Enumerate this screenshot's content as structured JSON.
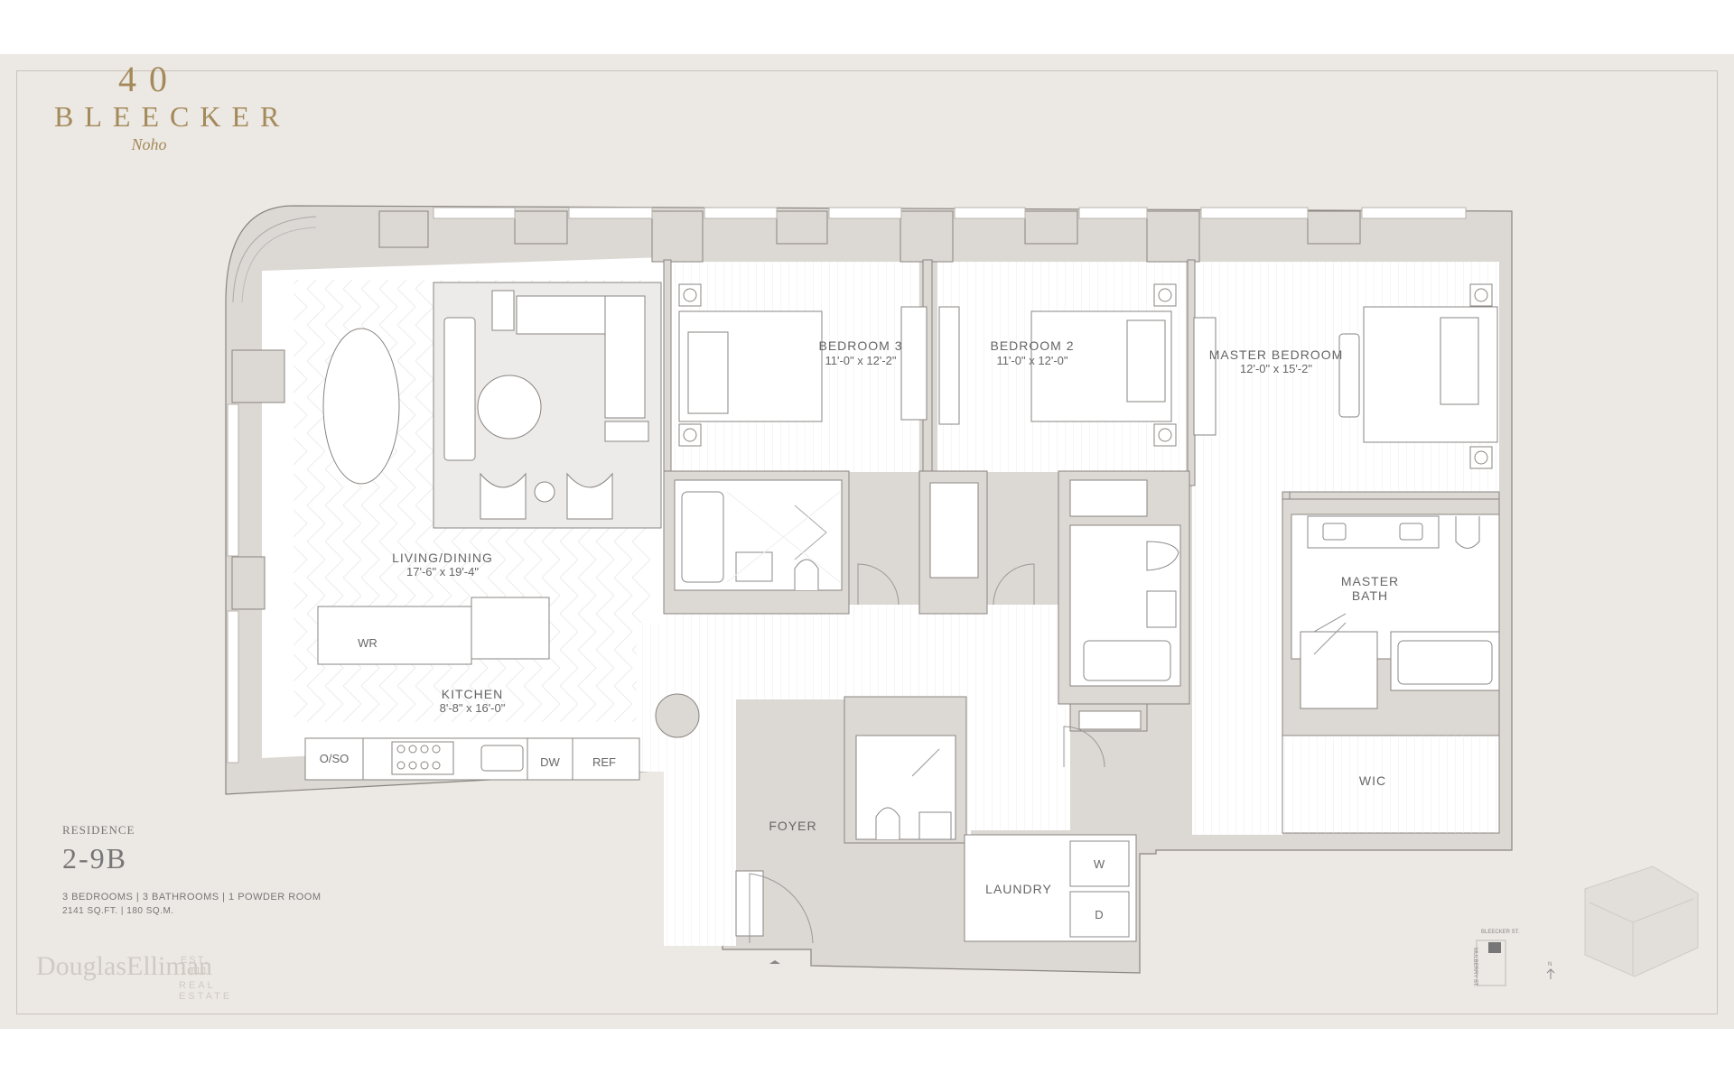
{
  "brand": {
    "number": "40",
    "name": "BLEECKER",
    "neighborhood": "Noho"
  },
  "rooms": {
    "bedroom3": {
      "name": "BEDROOM 3",
      "dims": "11'-0\" x 12'-2\""
    },
    "bedroom2": {
      "name": "BEDROOM 2",
      "dims": "11'-0\" x 12'-0\""
    },
    "master_bedroom": {
      "name": "MASTER BEDROOM",
      "dims": "12'-0\" x 15'-2\""
    },
    "living": {
      "name": "LIVING/DINING",
      "dims": "17'-6\" x 19'-4\""
    },
    "kitchen": {
      "name": "KITCHEN",
      "dims": "8'-8\" x 16'-0\""
    },
    "master_bath_line1": "MASTER",
    "master_bath_line2": "BATH",
    "wic": "WIC",
    "foyer": "FOYER",
    "laundry": "LAUNDRY"
  },
  "fixtures": {
    "wr": "WR",
    "oven": "O/SO",
    "dw": "DW",
    "ref": "REF",
    "washer": "W",
    "dryer": "D"
  },
  "residence": {
    "label": "RESIDENCE",
    "number": "2-9B",
    "rooms_summary": "3 BEDROOMS | 3 BATHROOMS | 1 POWDER ROOM",
    "area": "2141 SQ.FT. | 180 SQ.M."
  },
  "broker": {
    "name": "DouglasElliman",
    "est": "EST. 1911",
    "sub": "REAL ESTATE"
  },
  "keyplan": {
    "street_top": "BLEECKER ST.",
    "street_side": "MULBERRY ST.",
    "north": "N"
  },
  "colors": {
    "background": "#ece8e3",
    "wall": "#dcd8d3",
    "wall_stroke": "#8a8580",
    "brand": "#a48a5b",
    "floor": "#ffffff"
  }
}
